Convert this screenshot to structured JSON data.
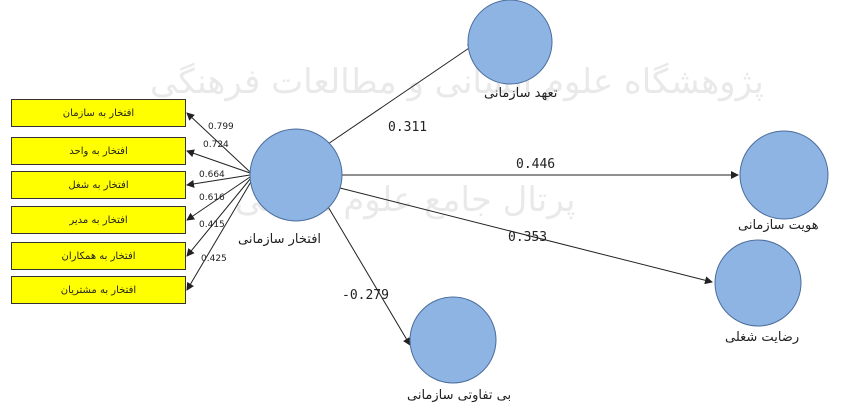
{
  "watermark": {
    "line1": "پژوهشگاه علوم انسانی و مطالعات فرهنگی",
    "line2": "پرتال جامع علوم انسانی"
  },
  "central_construct": {
    "label": "افتخار سازمانی"
  },
  "indicators": [
    {
      "label": "افتخار به سازمان",
      "loading": "0.799"
    },
    {
      "label": "افتخار به واحد",
      "loading": "0.724"
    },
    {
      "label": "افتخار به شغل",
      "loading": "0.664"
    },
    {
      "label": "افتخار به مدیر",
      "loading": "0.616"
    },
    {
      "label": "افتخار به همکاران",
      "loading": "0.415"
    },
    {
      "label": "افتخار به مشتریان",
      "loading": "0.425"
    }
  ],
  "outcomes": [
    {
      "label": "تعهد سازمانی",
      "coefficient": "0.311"
    },
    {
      "label": "هویت سازمانی",
      "coefficient": "0.446"
    },
    {
      "label": "رضایت شغلی",
      "coefficient": "0.353"
    },
    {
      "label": "بی تفاوتی سازمانی",
      "coefficient": "-0.279"
    }
  ],
  "colors": {
    "node_fill": "#8eb4e3",
    "node_stroke": "#4a6d9c",
    "indicator_fill": "#ffff00",
    "arrow": "#222222"
  }
}
